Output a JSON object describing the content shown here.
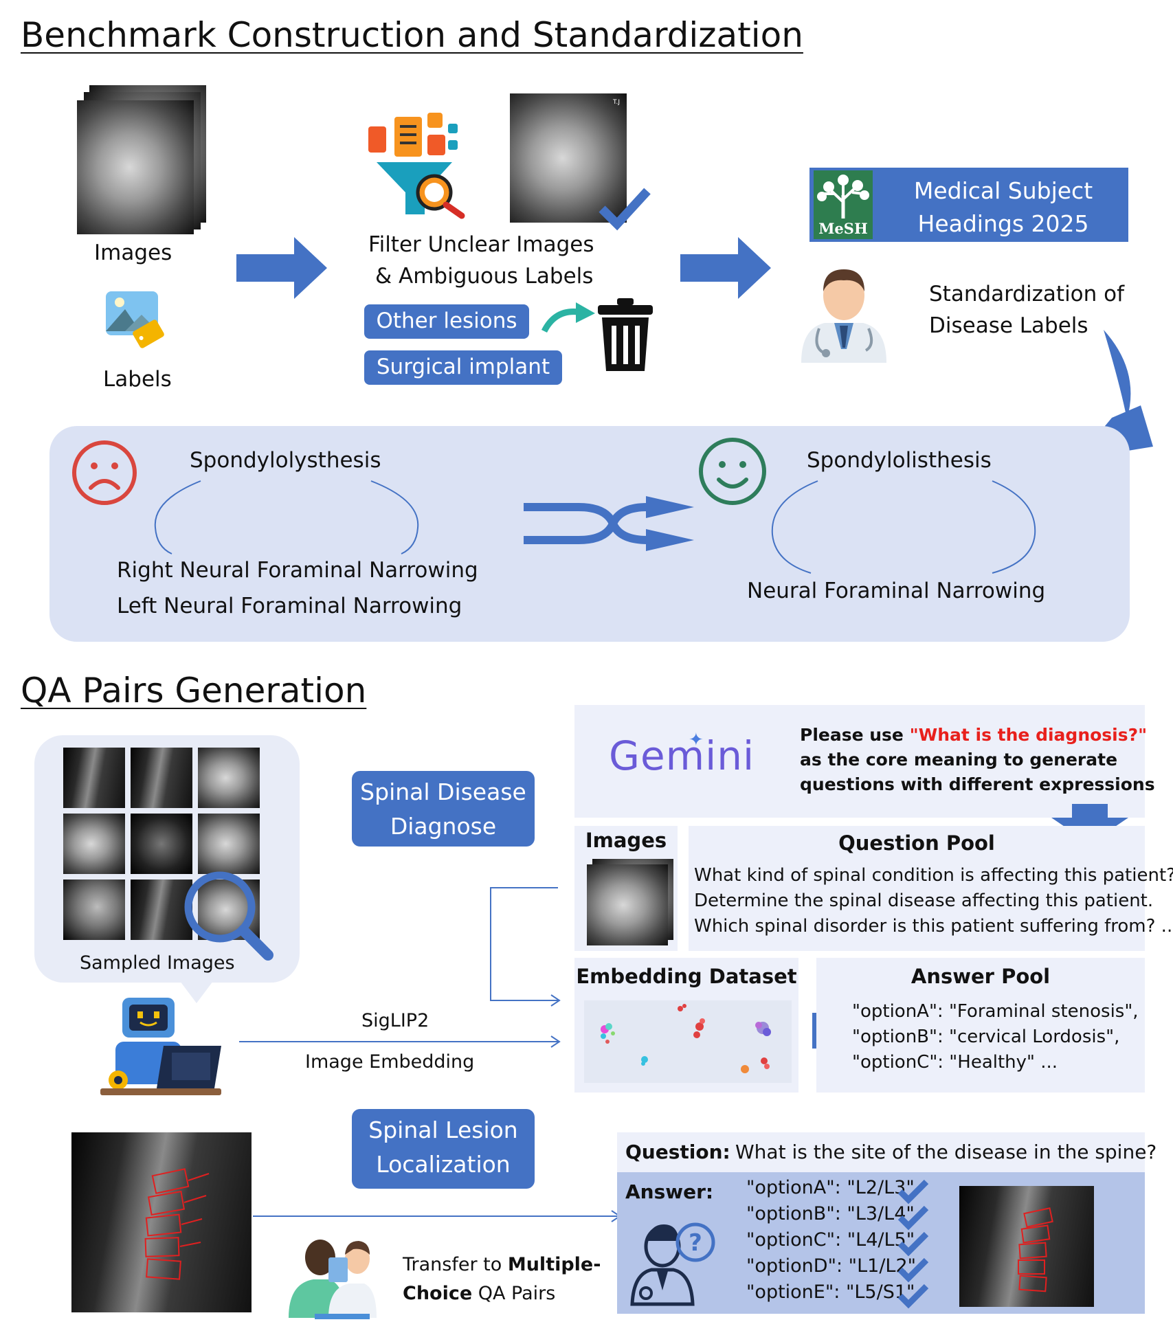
{
  "section1": {
    "title": "Benchmark Construction and Standardization",
    "images_label": "Images",
    "labels_label": "Labels",
    "filter_line1": "Filter Unclear Images",
    "filter_line2": "& Ambiguous Labels",
    "pill_other": "Other lesions",
    "pill_surgical": "Surgical implant",
    "mesh_logo": "MeSH",
    "mesh_line1": "Medical Subject",
    "mesh_line2": "Headings 2025",
    "std_line1": "Standardization of",
    "std_line2": "Disease Labels",
    "bad_term": "Spondylolysthesis",
    "bad_line1": "Right Neural Foraminal Narrowing",
    "bad_line2": "Left Neural Foraminal Narrowing",
    "good_term": "Spondylolisthesis",
    "good_line1": "Neural Foraminal Narrowing",
    "xray_tag": "T.J"
  },
  "section2": {
    "title": "QA Pairs Generation",
    "sampled_label": "Sampled Images",
    "pill_diagnose_1": "Spinal Disease",
    "pill_diagnose_2": "Diagnose",
    "pill_local_1": "Spinal Lesion",
    "pill_local_2": "Localization",
    "siglip": "SigLIP2",
    "embedding_label": "Image Embedding",
    "gemini_logo": "Gemini",
    "prompt_pre": "Please use ",
    "prompt_highlight": "\"What is the diagnosis?\"",
    "prompt_line2": "as the core meaning to generate",
    "prompt_line3": "questions with different expressions",
    "images_panel_title": "Images",
    "qpool_title": "Question Pool",
    "qpool_1": "What kind of spinal condition is affecting this patient?",
    "qpool_2": "Determine the spinal disease affecting this patient.",
    "qpool_3": "Which spinal disorder is this patient suffering from? ...",
    "embed_title": "Embedding Dataset",
    "apool_title": "Answer Pool",
    "apool_1": "\"optionA\": \"Foraminal stenosis\",",
    "apool_2": "\"optionB\": \"cervical Lordosis\",",
    "apool_3": "\"optionC\": \"Healthy\"     ...",
    "transfer_pre": "Transfer to ",
    "transfer_bold1": "Multiple-",
    "transfer_bold2": "Choice",
    "transfer_post": " QA Pairs",
    "question_label": "Question:",
    "question_text": "What is the site of the disease in the spine?",
    "answer_label": "Answer:",
    "options": [
      "\"optionA\": \"L2/L3\"",
      "\"optionB\": \"L3/L4\"",
      "\"optionC\": \"L4/L5\"",
      "\"optionD\": \"L1/L2\"",
      "\"optionE\": \"L5/S1\""
    ]
  },
  "colors": {
    "accent": "#4472c4",
    "panel": "#dbe2f4",
    "answer_panel": "#b4c4e8",
    "sad": "#d9463e",
    "happy": "#2e7d5b",
    "highlight": "#e8201c",
    "mesh_green": "#2e7d4f"
  }
}
